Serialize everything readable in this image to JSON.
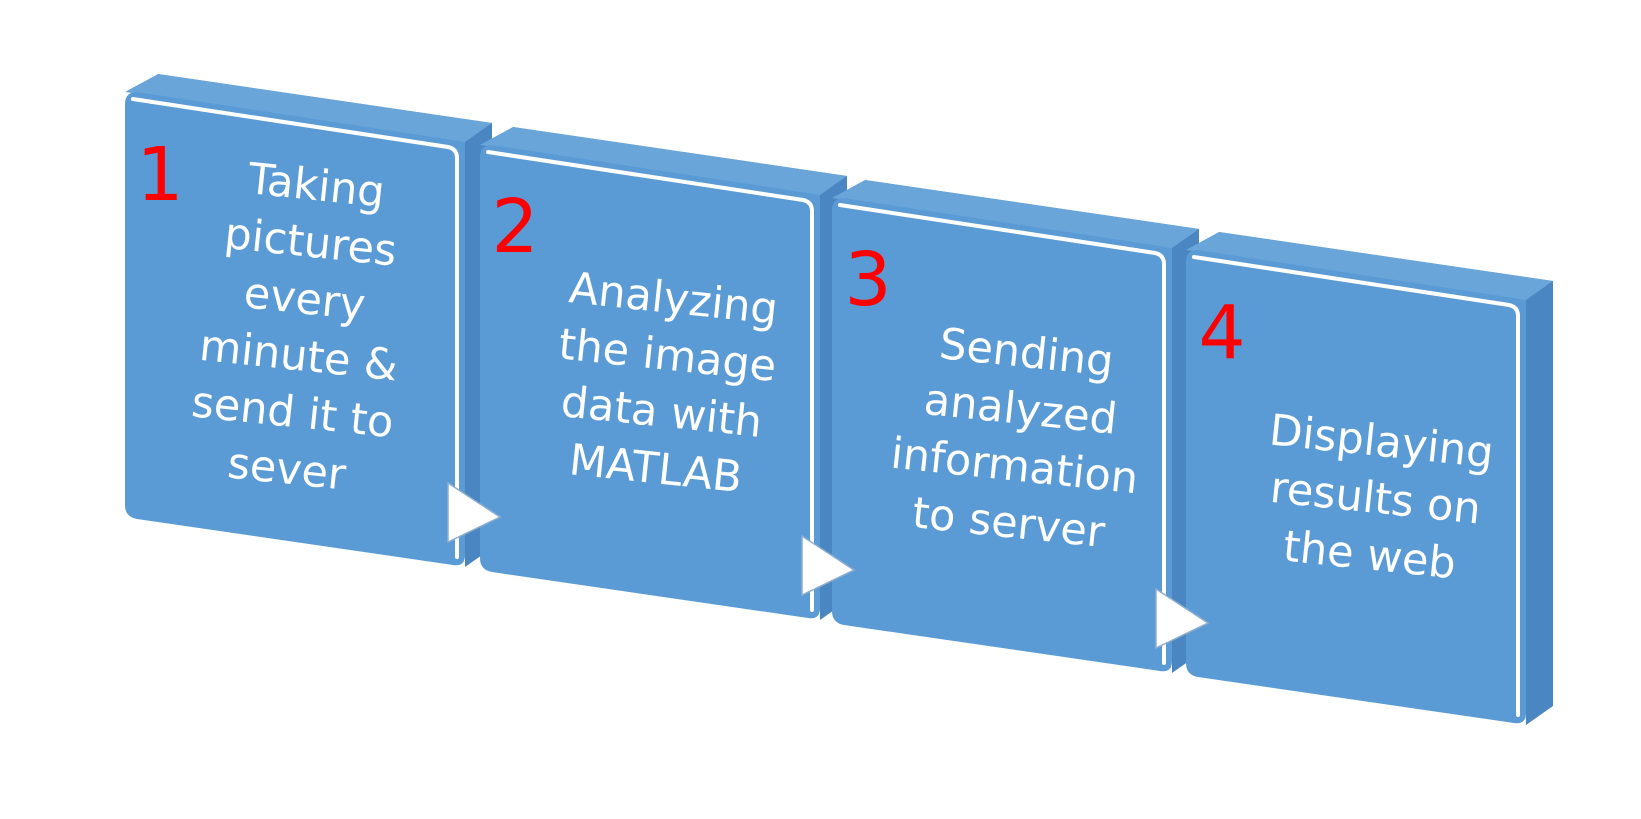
{
  "colors": {
    "block_front": "#5b9bd5",
    "block_side": "#4a86c1",
    "block_top": "#6aa5da",
    "outline": "#ffffff",
    "number": "#ff0000",
    "text": "#ffffff",
    "arrow_fill": "#ffffff",
    "arrow_stroke": "#8eaed0"
  },
  "steps": [
    {
      "number": "1",
      "lines": [
        "Taking",
        "pictures",
        "every",
        "minute &",
        "send it to",
        "sever"
      ]
    },
    {
      "number": "2",
      "lines": [
        "Analyzing",
        "the image",
        "data with",
        "MATLAB"
      ]
    },
    {
      "number": "3",
      "lines": [
        "Sending",
        "analyzed",
        "information",
        "to server"
      ]
    },
    {
      "number": "4",
      "lines": [
        "Displaying",
        "results on",
        "the web"
      ]
    }
  ],
  "connectors": [
    {
      "from": "1",
      "to": "2",
      "icon": "triangle-arrow-right-icon"
    },
    {
      "from": "2",
      "to": "3",
      "icon": "triangle-arrow-right-icon"
    },
    {
      "from": "3",
      "to": "4",
      "icon": "triangle-arrow-right-icon"
    }
  ]
}
